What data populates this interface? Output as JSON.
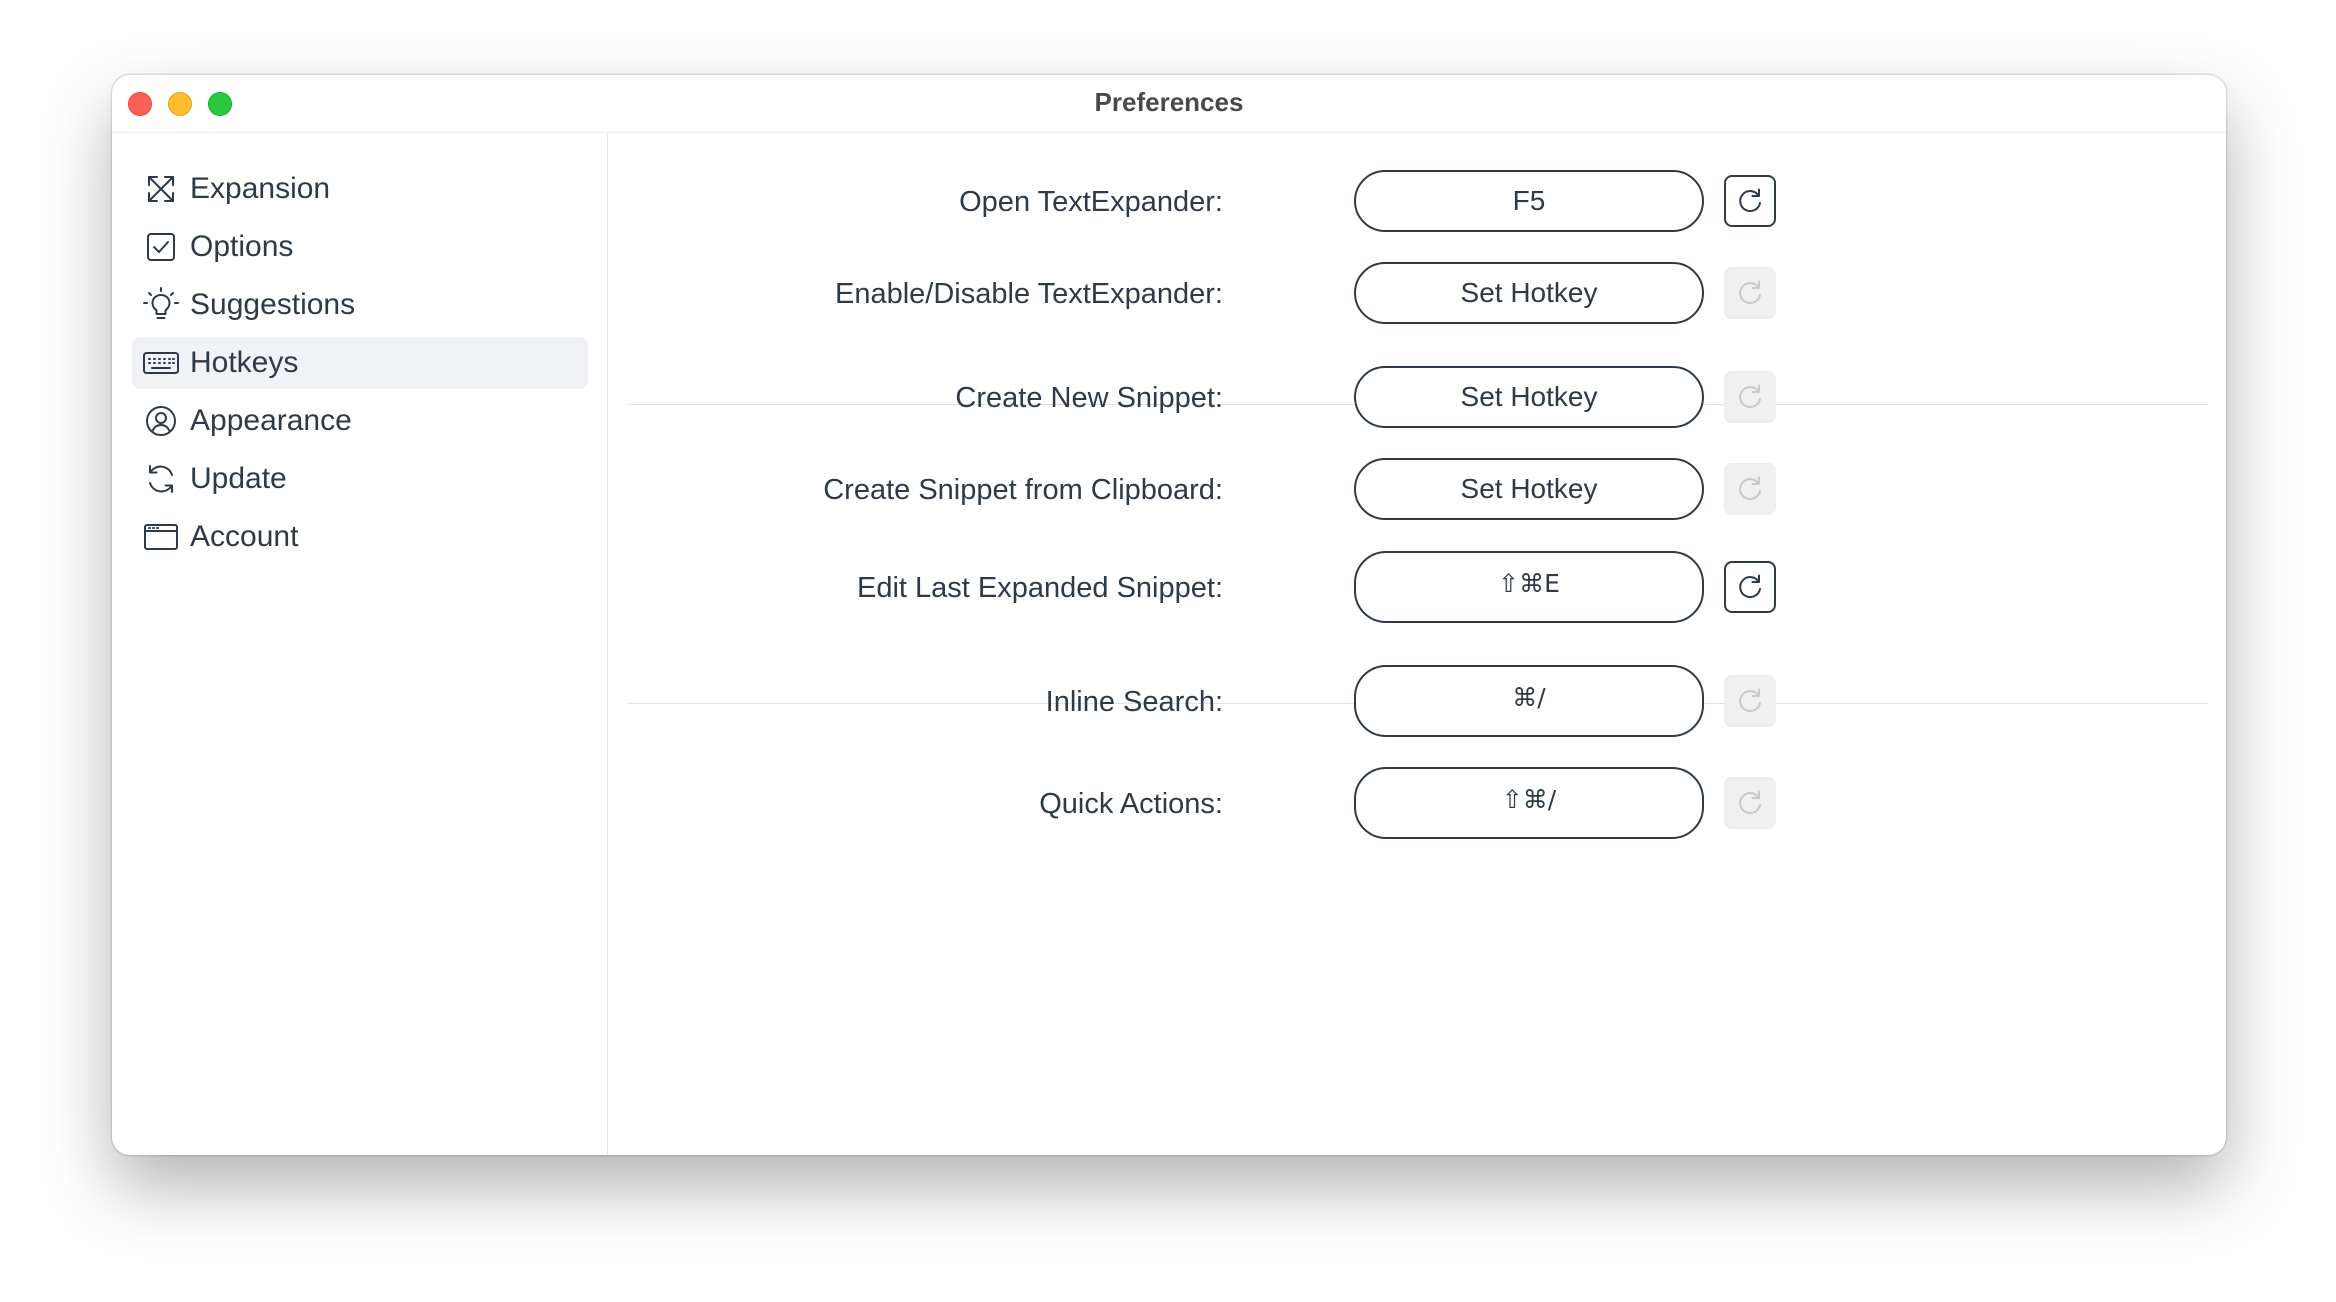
{
  "window": {
    "title": "Preferences"
  },
  "sidebar": {
    "items": [
      {
        "label": "Expansion",
        "icon": "expand-arrows-icon"
      },
      {
        "label": "Options",
        "icon": "checkbox-icon"
      },
      {
        "label": "Suggestions",
        "icon": "lightbulb-icon"
      },
      {
        "label": "Hotkeys",
        "icon": "keyboard-icon",
        "selected": true
      },
      {
        "label": "Appearance",
        "icon": "user-circle-icon"
      },
      {
        "label": "Update",
        "icon": "refresh-icon"
      },
      {
        "label": "Account",
        "icon": "browser-window-icon"
      }
    ]
  },
  "hotkeys": {
    "rows": [
      {
        "label": "Open TextExpander:",
        "value": "F5",
        "reset_enabled": true
      },
      {
        "label": "Enable/Disable TextExpander:",
        "value": "Set Hotkey",
        "reset_enabled": false
      },
      {
        "label": "Create New Snippet:",
        "value": "Set Hotkey",
        "reset_enabled": false
      },
      {
        "label": "Create Snippet from Clipboard:",
        "value": "Set Hotkey",
        "reset_enabled": false
      },
      {
        "label": "Edit Last Expanded Snippet:",
        "value": "⇧⌘E",
        "reset_enabled": true
      },
      {
        "label": "Inline Search:",
        "value": "⌘/",
        "reset_enabled": false
      },
      {
        "label": "Quick Actions:",
        "value": "⇧⌘/",
        "reset_enabled": false
      }
    ]
  },
  "colors": {
    "text": "#2e3a47",
    "sidebar_selected_bg": "#f0f2f5",
    "close": "#fe5f57",
    "minimize": "#febc2e",
    "zoom": "#28c840"
  }
}
